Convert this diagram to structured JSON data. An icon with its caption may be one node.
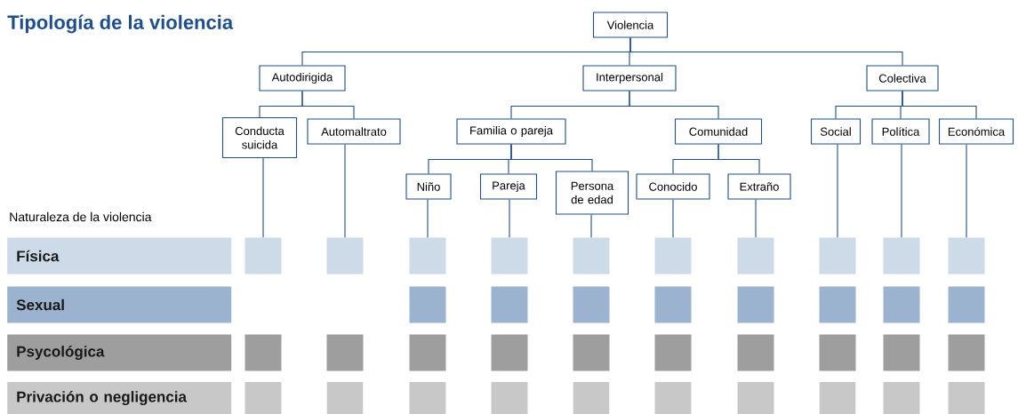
{
  "diagram": {
    "title": "Tipología de la violencia",
    "nodes": [
      {
        "text": [
          "Violencia"
        ]
      },
      {
        "text": [
          "Autodirigida"
        ]
      },
      {
        "text": [
          "Interpersonal"
        ]
      },
      {
        "text": [
          "Colectiva"
        ]
      },
      {
        "text": [
          "Conducta suicida"
        ]
      },
      {
        "text": [
          "Automaltrato"
        ]
      },
      {
        "text": [
          "Familia o pareja"
        ]
      },
      {
        "text": [
          "Comunidad"
        ]
      },
      {
        "text": [
          "Social"
        ]
      },
      {
        "text": [
          "Política"
        ]
      },
      {
        "text": [
          "Económica"
        ]
      },
      {
        "text": [
          "Niño"
        ]
      },
      {
        "text": [
          "Pareja"
        ]
      },
      {
        "text": [
          "Persona de edad"
        ]
      },
      {
        "text": [
          "Conocido"
        ]
      },
      {
        "text": [
          "Extraño"
        ]
      },
      {
        "text": [
          "Física"
        ]
      },
      {
        "text": [],
        "shape": "box"
      },
      {
        "text": [],
        "shape": "box"
      },
      {
        "text": [],
        "shape": "box"
      },
      {
        "text": [],
        "shape": "box"
      },
      {
        "text": [],
        "shape": "box"
      },
      {
        "text": [],
        "shape": "box"
      },
      {
        "text": [],
        "shape": "box"
      },
      {
        "text": [],
        "shape": "box"
      },
      {
        "text": [],
        "shape": "box"
      },
      {
        "text": [],
        "shape": "box"
      },
      {
        "text": [
          "Sexual"
        ]
      },
      {
        "text": [],
        "shape": "box"
      },
      {
        "text": [],
        "shape": "box"
      },
      {
        "text": [],
        "shape": "box"
      },
      {
        "text": [],
        "shape": "box"
      },
      {
        "text": [],
        "shape": "box"
      },
      {
        "text": [],
        "shape": "box"
      },
      {
        "text": [],
        "shape": "box"
      },
      {
        "text": [],
        "shape": "box"
      },
      {
        "text": [
          "Psycológica"
        ]
      },
      {
        "text": [],
        "shape": "box"
      },
      {
        "text": [],
        "shape": "box"
      },
      {
        "text": [],
        "shape": "box"
      },
      {
        "text": [],
        "shape": "box"
      },
      {
        "text": [],
        "shape": "box"
      },
      {
        "text": [],
        "shape": "box"
      },
      {
        "text": [],
        "shape": "box"
      },
      {
        "text": [],
        "shape": "box"
      },
      {
        "text": [],
        "shape": "box"
      },
      {
        "text": [],
        "shape": "box"
      },
      {
        "text": [
          "Privación o negligencia"
        ]
      },
      {
        "text": [],
        "shape": "box"
      },
      {
        "text": [],
        "shape": "box"
      },
      {
        "text": [],
        "shape": "box"
      },
      {
        "text": [],
        "shape": "box"
      },
      {
        "text": [],
        "shape": "box"
      },
      {
        "text": [],
        "shape": "box"
      },
      {
        "text": [],
        "shape": "box"
      },
      {
        "text": [],
        "shape": "box"
      },
      {
        "text": [],
        "shape": "box"
      },
      {
        "text": [],
        "shape": "box"
      }
    ],
    "edges": [
      {
        "from": 0,
        "to": 1,
        "arrow": "none"
      },
      {
        "from": 0,
        "to": 2,
        "arrow": "none"
      },
      {
        "from": 0,
        "to": 3,
        "arrow": "none"
      },
      {
        "from": 1,
        "to": 4,
        "arrow": "none"
      },
      {
        "from": 1,
        "to": 5,
        "arrow": "none"
      },
      {
        "from": 2,
        "to": 6,
        "arrow": "none"
      },
      {
        "from": 2,
        "to": 7,
        "arrow": "none"
      },
      {
        "from": 3,
        "to": 8,
        "arrow": "none"
      },
      {
        "from": 3,
        "to": 9,
        "arrow": "none"
      },
      {
        "from": 3,
        "to": 10,
        "arrow": "none"
      },
      {
        "from": 6,
        "to": 11,
        "arrow": "none"
      },
      {
        "from": 6,
        "to": 12,
        "arrow": "none"
      },
      {
        "from": 6,
        "to": 13,
        "arrow": "none"
      },
      {
        "from": 7,
        "to": 14,
        "arrow": "none"
      },
      {
        "from": 7,
        "to": 15,
        "arrow": "none"
      },
      {
        "from": 4,
        "to": 17,
        "arrow": "none"
      },
      {
        "from": 5,
        "to": 18,
        "arrow": "none"
      },
      {
        "from": 11,
        "to": 19,
        "arrow": "none"
      },
      {
        "from": 12,
        "to": 20,
        "arrow": "none"
      },
      {
        "from": 13,
        "to": 21,
        "arrow": "none"
      },
      {
        "from": 14,
        "to": 22,
        "arrow": "none"
      },
      {
        "from": 15,
        "to": 23,
        "arrow": "none"
      },
      {
        "from": 8,
        "to": 24,
        "arrow": "none"
      },
      {
        "from": 9,
        "to": 25,
        "arrow": "none"
      },
      {
        "from": 10,
        "to": 26,
        "arrow": "none"
      }
    ],
    "labels": [
      "Naturaleza de la violencia"
    ]
  }
}
